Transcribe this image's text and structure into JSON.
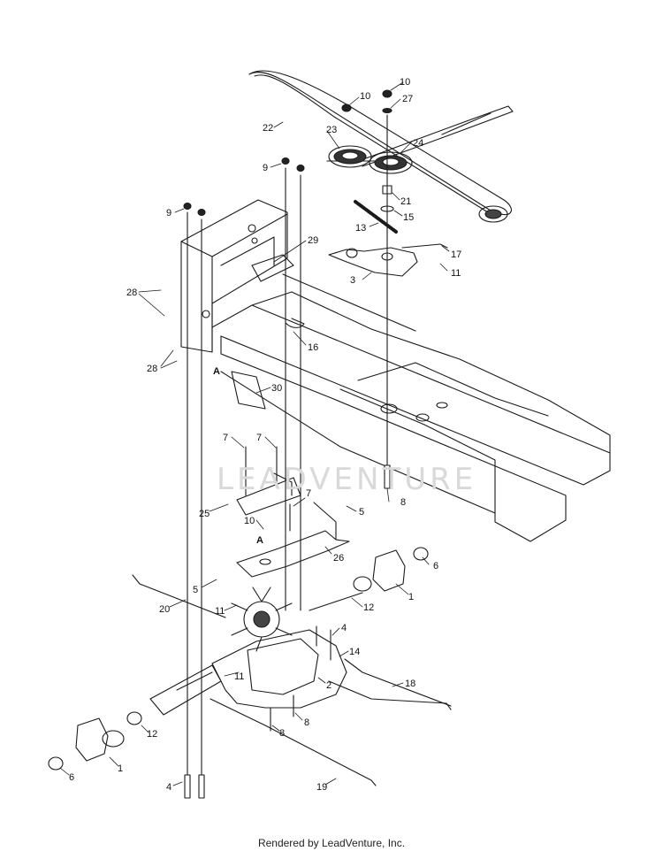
{
  "watermark": "LEADVENTURE",
  "footer": "Rendered by LeadVenture, Inc.",
  "callouts": [
    "10",
    "10",
    "27",
    "22",
    "23",
    "24",
    "9",
    "21",
    "9",
    "15",
    "13",
    "29",
    "17",
    "3",
    "11",
    "28",
    "16",
    "28",
    "A",
    "30",
    "7",
    "7",
    "8",
    "7",
    "25",
    "5",
    "10",
    "A",
    "26",
    "6",
    "5",
    "1",
    "20",
    "11",
    "12",
    "4",
    "14",
    "11",
    "2",
    "18",
    "8",
    "8",
    "12",
    "1",
    "6",
    "4",
    "19"
  ]
}
